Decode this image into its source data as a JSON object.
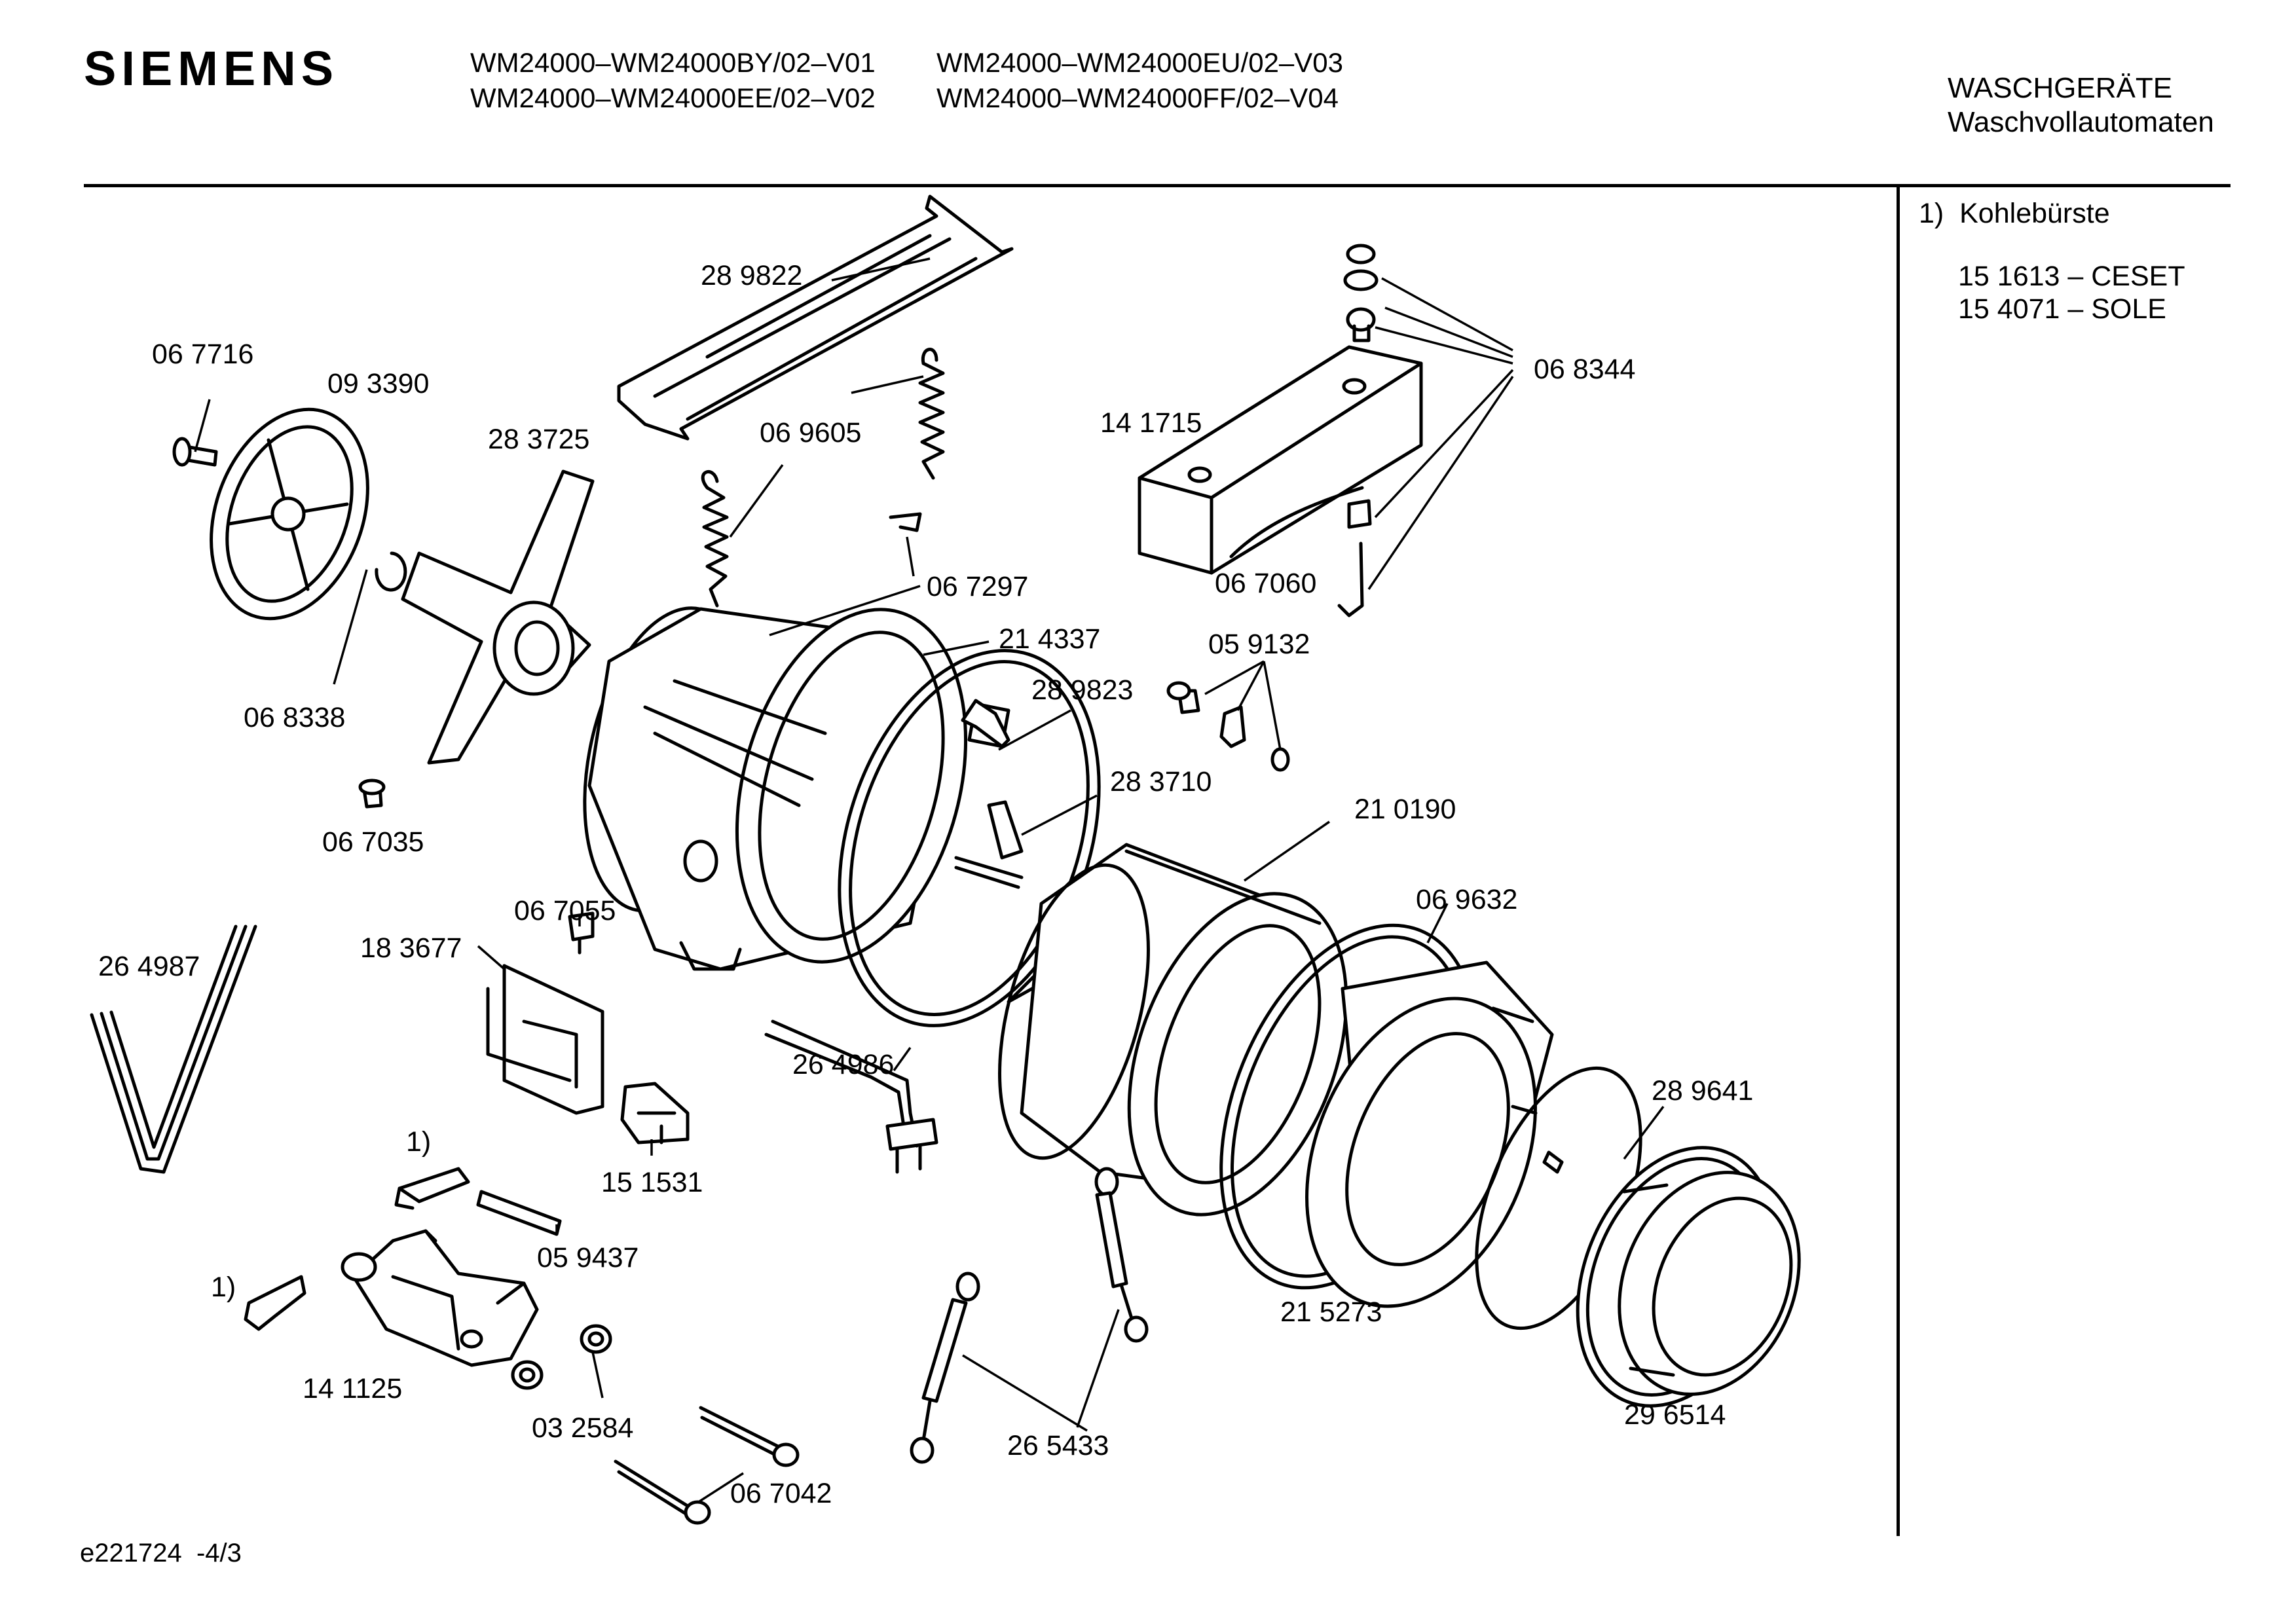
{
  "header": {
    "brand": "SIEMENS",
    "models": [
      "WM24000–WM24000BY/02–V01",
      "WM24000–WM24000EU/02–V03",
      "WM24000–WM24000EE/02–V02",
      "WM24000–WM24000FF/02–V04"
    ],
    "category": "WASCHGERÄTE",
    "subcategory": "Waschvollautomaten"
  },
  "notes": {
    "title": "1)  Kohlebürste",
    "items": [
      "15 1613 – CESET",
      "15 4071 – SOLE"
    ]
  },
  "footer": {
    "drawing_id": "e221724  -4/3"
  },
  "parts": [
    {
      "id": "p-289822",
      "label": "28 9822"
    },
    {
      "id": "p-067716",
      "label": "06 7716"
    },
    {
      "id": "p-093390",
      "label": "09 3390"
    },
    {
      "id": "p-283725",
      "label": "28 3725"
    },
    {
      "id": "p-069605",
      "label": "06 9605"
    },
    {
      "id": "p-141715",
      "label": "14 1715"
    },
    {
      "id": "p-068344",
      "label": "06 8344"
    },
    {
      "id": "p-067297",
      "label": "06 7297"
    },
    {
      "id": "p-067060",
      "label": "06 7060"
    },
    {
      "id": "p-214337",
      "label": "21 4337"
    },
    {
      "id": "p-059132",
      "label": "05 9132"
    },
    {
      "id": "p-068338",
      "label": "06 8338"
    },
    {
      "id": "p-289823",
      "label": "28 9823"
    },
    {
      "id": "p-283710",
      "label": "28 3710"
    },
    {
      "id": "p-067035",
      "label": "06 7035"
    },
    {
      "id": "p-210190",
      "label": "21 0190"
    },
    {
      "id": "p-069632",
      "label": "06 9632"
    },
    {
      "id": "p-067055",
      "label": "06 7055"
    },
    {
      "id": "p-183677",
      "label": "18 3677"
    },
    {
      "id": "p-264987",
      "label": "26 4987"
    },
    {
      "id": "p-264986",
      "label": "26 4986"
    },
    {
      "id": "p-289641",
      "label": "28 9641"
    },
    {
      "id": "p-note1a",
      "label": "1)"
    },
    {
      "id": "p-151531",
      "label": "15 1531"
    },
    {
      "id": "p-059437",
      "label": "05 9437"
    },
    {
      "id": "p-note1b",
      "label": "1)"
    },
    {
      "id": "p-215273",
      "label": "21 5273"
    },
    {
      "id": "p-141125",
      "label": "14 1125"
    },
    {
      "id": "p-032584",
      "label": "03 2584"
    },
    {
      "id": "p-296514",
      "label": "29 6514"
    },
    {
      "id": "p-265433",
      "label": "26 5433"
    },
    {
      "id": "p-067042",
      "label": "06 7042"
    }
  ]
}
